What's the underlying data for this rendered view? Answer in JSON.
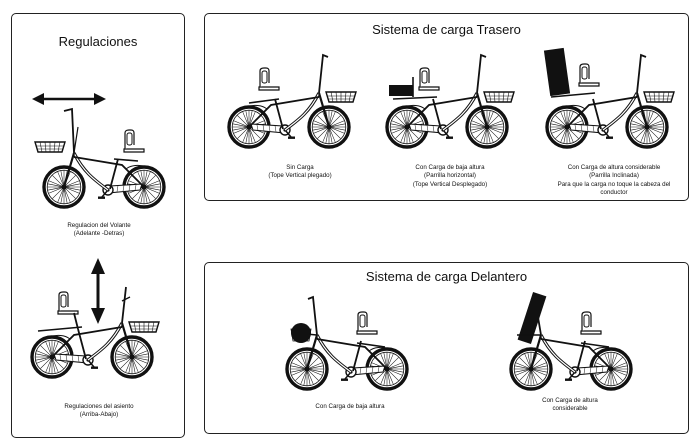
{
  "left_panel": {
    "title": "Regulaciones",
    "caption_top": [
      "Regulacion del Volante",
      "(Adelante -Detras)"
    ],
    "caption_bottom": [
      "Regulaciones  del asiento",
      "(Arriba-Abajo)"
    ]
  },
  "rear_panel": {
    "title": "Sistema de carga Trasero",
    "captions": [
      [
        "Sin Carga",
        "(Tope Vertical plegado)"
      ],
      [
        "Con Carga de baja altura",
        "(Parrilla horizontal)",
        "(Tope Vertical Desplegado)"
      ],
      [
        "Con Carga de altura  considerable",
        "(Parrilla Inclinada)",
        "Para que la carga no toque la cabeza del",
        "conductor"
      ]
    ]
  },
  "front_panel": {
    "title": "Sistema de carga Delantero",
    "captions": [
      [
        "Con Carga de baja altura"
      ],
      [
        "Con Carga de altura",
        "considerable"
      ]
    ]
  },
  "colors": {
    "ink": "#111111",
    "border": "#222222",
    "background": "#ffffff"
  }
}
